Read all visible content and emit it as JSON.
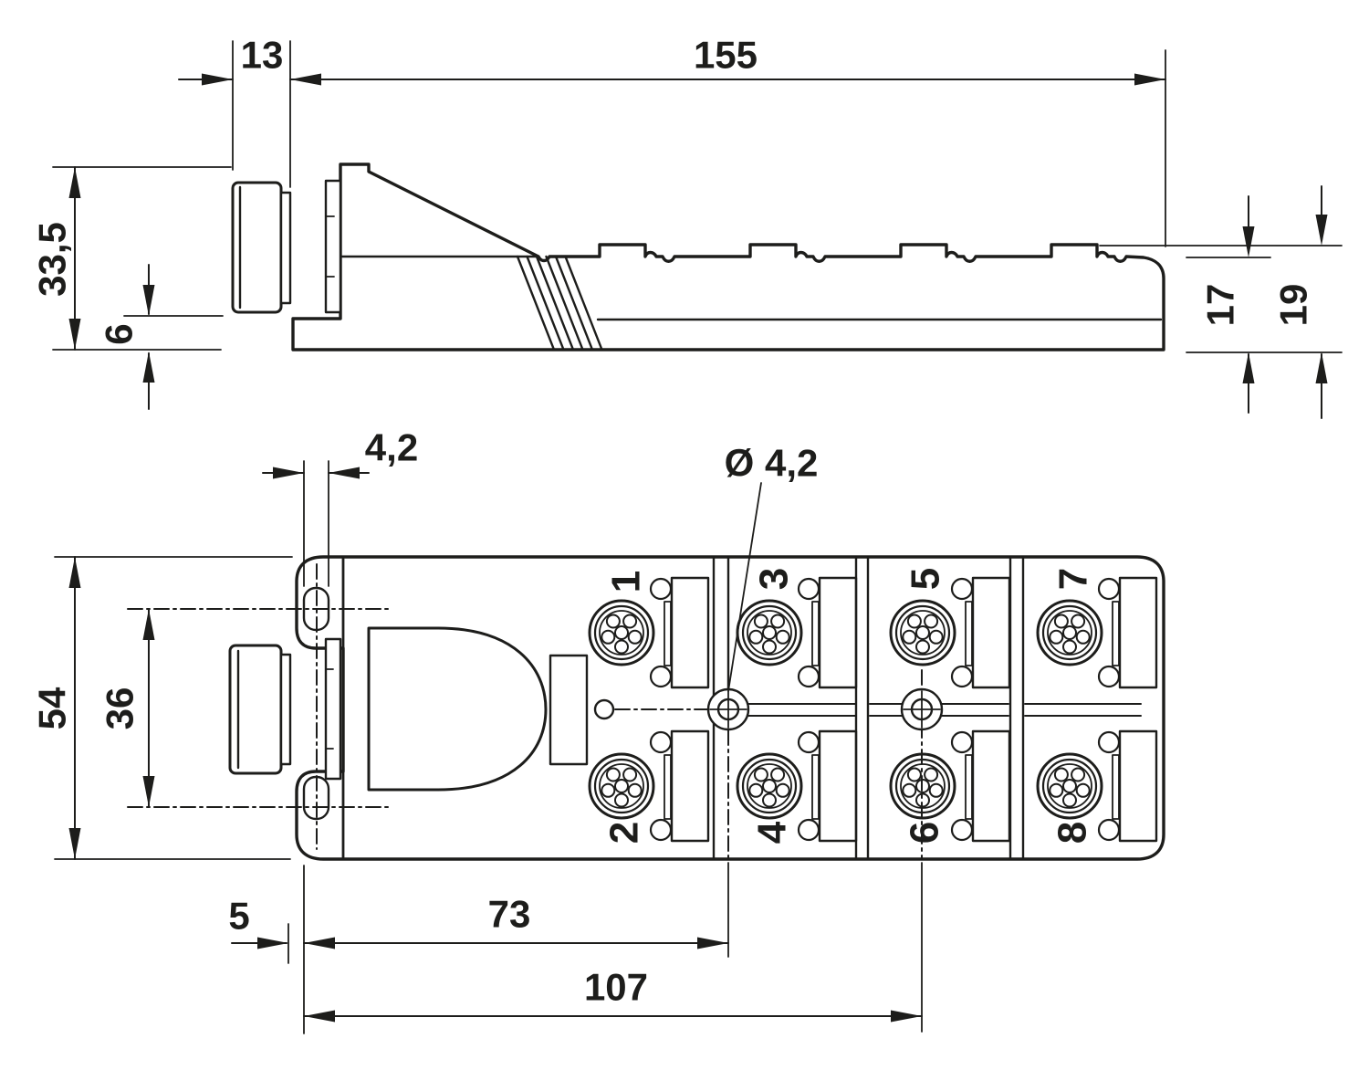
{
  "colors": {
    "ink": "#1d1d1b",
    "paper": "#ffffff"
  },
  "side": {
    "d13": "13",
    "d155": "155",
    "d33_5": "33,5",
    "d6": "6",
    "d17": "17",
    "d19": "19"
  },
  "bottom": {
    "d4_2": "4,2",
    "dia": "Ø 4,2",
    "d54": "54",
    "d36": "36",
    "d5": "5",
    "d73": "73",
    "d107": "107",
    "ports": [
      "1",
      "2",
      "3",
      "4",
      "5",
      "6",
      "7",
      "8"
    ]
  }
}
